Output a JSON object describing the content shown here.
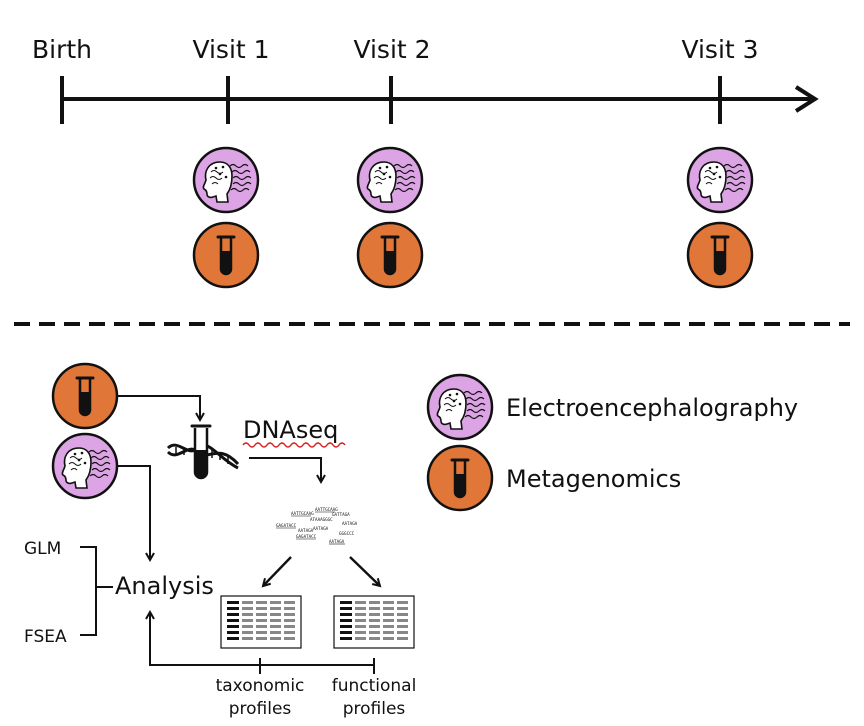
{
  "timeline": {
    "labels": [
      "Birth",
      "Visit 1",
      "Visit 2",
      "Visit 3"
    ]
  },
  "workflow": {
    "dnaseq_label": "DNAseq",
    "analysis_label": "Analysis",
    "methods": [
      "GLM",
      "FSEA"
    ],
    "taxonomic_profiles": [
      "taxonomic",
      "profiles"
    ],
    "functional_profiles": [
      "functional",
      "profiles"
    ],
    "sequence_fragments": [
      "AATTGCAAG",
      "AATTGCAAG",
      "GATTAGA",
      "ATAAAGGGC",
      "GAGATACC",
      "AATAGA",
      "AATAGA",
      "AATAGA",
      "GGGCCC",
      "GAGATACC",
      "AATAGA"
    ]
  },
  "legend": {
    "eeg_label": "Electroencephalography",
    "metagenomics_label": "Metagenomics"
  },
  "colors": {
    "eeg_fill": "#dca4e4",
    "tube_fill": "#e07637",
    "line": "#111111",
    "squiggle": "#d22020"
  },
  "icons": {
    "eeg": "brain-eeg-head-icon",
    "metagenomics": "test-tube-icon",
    "sequencing": "dna-tube-icon",
    "profiles": "data-table-icon"
  }
}
